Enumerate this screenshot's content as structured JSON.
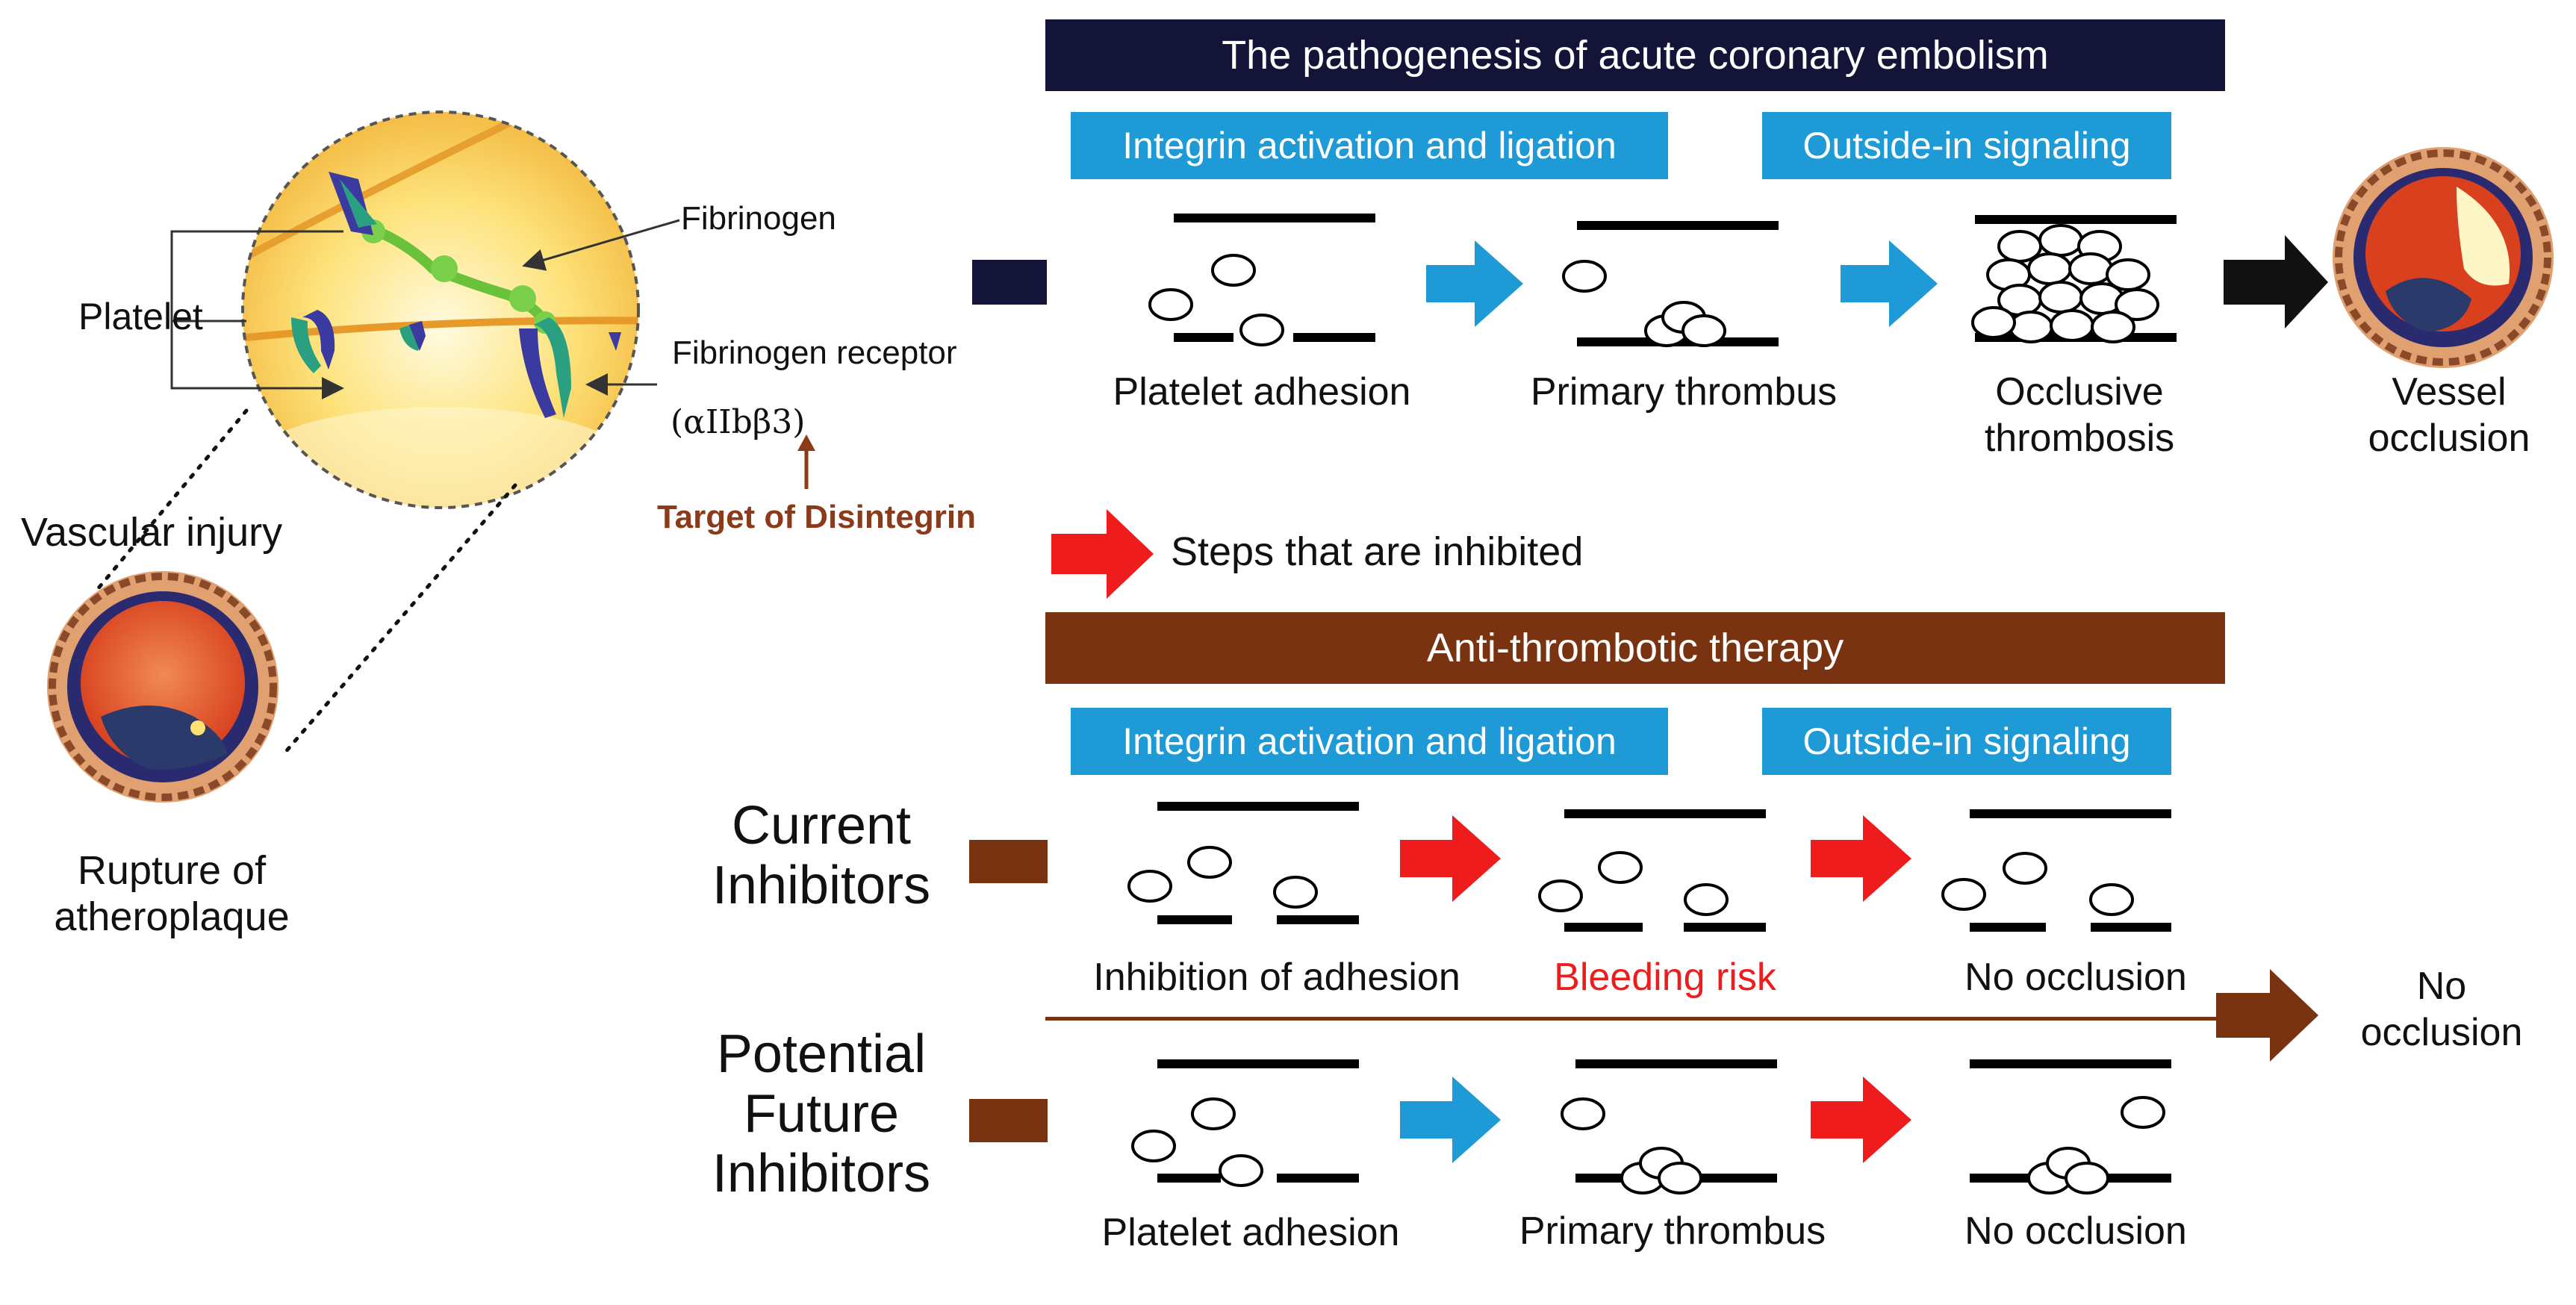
{
  "left_panel": {
    "platelet_label": "Platelet",
    "fibrinogen_label": "Fibrinogen",
    "receptor_label": "Fibrinogen receptor",
    "receptor_formula": "(αIIbβ3)",
    "target_label": "Target of Disintegrin",
    "vascular_label": "Vascular injury",
    "rupture_label_line1": "Rupture of",
    "rupture_label_line2": "atheroplaque"
  },
  "pathogenesis": {
    "title": "The pathogenesis of acute coronary embolism",
    "tag_left": "Integrin activation and ligation",
    "tag_right": "Outside-in signaling",
    "step1": "Platelet adhesion",
    "step2": "Primary thrombus",
    "step3_line1": "Occlusive",
    "step3_line2": "thrombosis",
    "outcome_line1": "Vessel",
    "outcome_line2": "occlusion"
  },
  "legend": {
    "inhibited_label": "Steps that are inhibited"
  },
  "therapy": {
    "title": "Anti-thrombotic therapy",
    "tag_left": "Integrin activation and ligation",
    "tag_right": "Outside-in signaling",
    "current_line1": "Current",
    "current_line2": "Inhibitors",
    "current_step1": "Inhibition of adhesion",
    "current_step2": "Bleeding risk",
    "current_step3": "No occlusion",
    "future_line1": "Potential",
    "future_line2": "Future",
    "future_line3": "Inhibitors",
    "future_step1": "Platelet adhesion",
    "future_step2": "Primary thrombus",
    "future_step3": "No occlusion",
    "outcome_line1": "No",
    "outcome_line2": "occlusion"
  },
  "colors": {
    "navy": "#141338",
    "brown": "#7a3310",
    "tag_blue": "#1e9ad6",
    "arrow_blue": "#1e9ad6",
    "arrow_red": "#ee1c1c",
    "bleeding_red": "#ee1c1c",
    "target_brown": "#8b3a1a"
  }
}
